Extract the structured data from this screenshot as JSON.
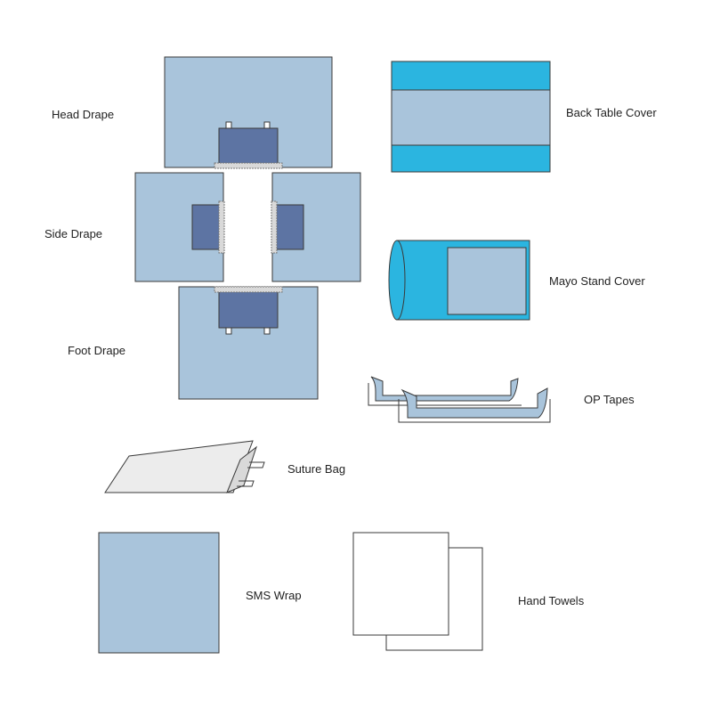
{
  "labels": {
    "head_drape": "Head Drape",
    "side_drape": "Side Drape",
    "foot_drape": "Foot Drape",
    "back_table_cover": "Back Table Cover",
    "mayo_stand_cover": "Mayo Stand Cover",
    "op_tapes": "OP Tapes",
    "suture_bag": "Suture Bag",
    "sms_wrap": "SMS Wrap",
    "hand_towels": "Hand Towels"
  },
  "colors": {
    "drape_fill": "#a9c4db",
    "panel_fill": "#5d74a3",
    "accent_blue": "#2bb5e0",
    "outline": "#3a3a3a",
    "strip_fill": "#d9d9d9",
    "bag_fill": "#ececec",
    "towel_fill": "#ffffff"
  }
}
